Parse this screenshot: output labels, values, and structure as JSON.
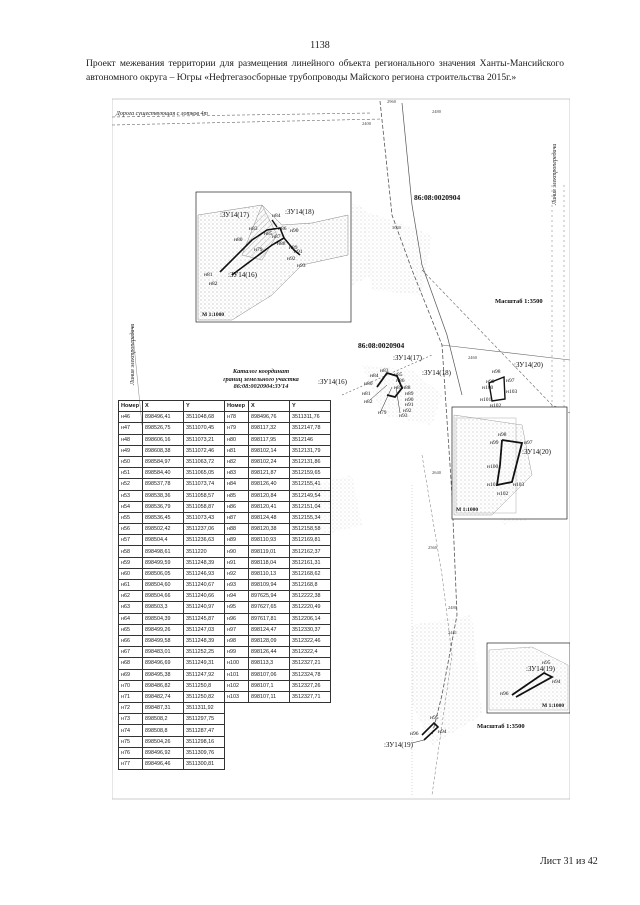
{
  "page": {
    "number": "1138",
    "title": "Проект межевания территории для размещения линейного объекта регионального значения Ханты-Мансийского автономного округа – Югры «Нефтегазосборные трубопроводы Майского регионa строительства 2015г.»",
    "footer": "Лист 31  из 42"
  },
  "map": {
    "cadastral_top": "86:08:0020904",
    "cadastral_mid": "86:08:0020904",
    "scale_a": "Масштаб 1:3500",
    "scale_b": "Масштаб 1:3500",
    "inset_scale_1": "М 1:1000",
    "inset_scale_2": "М 1:1000",
    "inset_scale_3": "М 1:1000",
    "road_label": "Дорога существующая с лотков 4т",
    "line_label_1": "Линия электропередачи",
    "line_label_2": "Линия электропередачи",
    "mark_2960": "2960",
    "mark_2480": "2480",
    "mark_2400": "2400",
    "mark_3040": "3040",
    "mark_2460": "2460",
    "mark_2640": "2640",
    "mark_2480b": "2480",
    "mark_2560": "2560",
    "mark_2441": "2441",
    "parcels": {
      "zu17_a": ":ЗУ14(17)",
      "zu18_a": ":ЗУ14(18)",
      "zu16_a": ":ЗУ14(16)",
      "zu17_b": ":ЗУ14(17)",
      "zu18_b": ":ЗУ14(18)",
      "zu16_b": ":ЗУ14(16)",
      "zu20_a": ":ЗУ14(20)",
      "zu20_b": ":ЗУ14(20)",
      "zu19_a": ":ЗУ14(19)",
      "zu19_b": ":ЗУ14(19)"
    },
    "points": {
      "inset1": [
        "н84",
        "н83",
        "н85",
        "н86",
        "н87",
        "н88",
        "н89",
        "н90",
        "н91",
        "н92",
        "н93",
        "н80",
        "н81",
        "н82",
        "н79"
      ],
      "mid": [
        "н83",
        "н84",
        "н85",
        "н86",
        "н80",
        "н87",
        "н88",
        "н89",
        "н90",
        "н91",
        "н92",
        "н81",
        "н82",
        "н93",
        "н79"
      ],
      "inset2": [
        "н98",
        "н97",
        "н99",
        "н100",
        "н101",
        "н102",
        "н103"
      ],
      "right_small": [
        "н98",
        "н99",
        "н100",
        "н101",
        "н102",
        "н103",
        "н97"
      ],
      "inset3": [
        "н95",
        "н94",
        "н96"
      ],
      "bottom": [
        "н95",
        "н96",
        "н94"
      ]
    }
  },
  "catalog": {
    "title_line1": "Каталог координат",
    "title_line2": "границ земельного участка",
    "title_line3": "86:08:0020904:ЗУ14",
    "headers": [
      "Номер",
      "X",
      "Y",
      "Номер",
      "X",
      "Y"
    ],
    "rows": [
      [
        "н46",
        "898496,41",
        "3511048,68",
        "н78",
        "898496,76",
        "3511311,76"
      ],
      [
        "н47",
        "898526,75",
        "3511070,45",
        "н79",
        "898117,32",
        "3512147,78"
      ],
      [
        "н48",
        "898606,16",
        "3511073,21",
        "н80",
        "898117,95",
        "3512146"
      ],
      [
        "н49",
        "898608,38",
        "3511072,46",
        "н81",
        "898102,14",
        "3512131,79"
      ],
      [
        "н50",
        "898584,97",
        "3511063,72",
        "н82",
        "898102,24",
        "3512131,86"
      ],
      [
        "н51",
        "898584,40",
        "3511065,05",
        "н83",
        "898121,87",
        "3512159,65"
      ],
      [
        "н52",
        "898537,78",
        "3511073,74",
        "н84",
        "898126,40",
        "3512155,41"
      ],
      [
        "н53",
        "898538,36",
        "3511058,57",
        "н85",
        "898120,84",
        "3512149,54"
      ],
      [
        "н54",
        "898536,79",
        "3511058,87",
        "н86",
        "898120,41",
        "3512151,04"
      ],
      [
        "н55",
        "898536,45",
        "3511073,43",
        "н87",
        "898124,48",
        "3512155,34"
      ],
      [
        "н56",
        "898502,42",
        "3511237,06",
        "н88",
        "898120,38",
        "3512158,58"
      ],
      [
        "н57",
        "898504,4",
        "3511236,63",
        "н89",
        "898110,93",
        "3512169,81"
      ],
      [
        "н58",
        "898498,61",
        "3511220",
        "н90",
        "898119,01",
        "3512162,37"
      ],
      [
        "н59",
        "898499,59",
        "3511248,39",
        "н91",
        "898118,04",
        "3512161,31"
      ],
      [
        "н60",
        "898506,05",
        "3511246,93",
        "н92",
        "898110,13",
        "3512168,62"
      ],
      [
        "н61",
        "898504,60",
        "3511240,67",
        "н93",
        "898109,94",
        "3512168,8"
      ],
      [
        "н62",
        "898504,66",
        "3511240,66",
        "н94",
        "897625,94",
        "3512222,38"
      ],
      [
        "н63",
        "898503,3",
        "3511240,97",
        "н95",
        "897627,65",
        "3512220,49"
      ],
      [
        "н64",
        "898504,39",
        "3511245,87",
        "н96",
        "897617,81",
        "3512206,14"
      ],
      [
        "н65",
        "898499,26",
        "3511247,03",
        "н97",
        "898124,47",
        "3512330,37"
      ],
      [
        "н66",
        "898499,58",
        "3511248,39",
        "н98",
        "898128,09",
        "3512322,46"
      ],
      [
        "н67",
        "898483,01",
        "3511252,25",
        "н99",
        "898126,44",
        "3512322,4"
      ],
      [
        "н68",
        "898496,69",
        "3511249,31",
        "н100",
        "898113,3",
        "3512327,21"
      ],
      [
        "н69",
        "898495,38",
        "3511247,92",
        "н101",
        "898107,06",
        "3512324,78"
      ],
      [
        "н70",
        "898486,82",
        "3511250,8",
        "н102",
        "898107,1",
        "3512327,26"
      ],
      [
        "н71",
        "898482,74",
        "3511250,82",
        "н103",
        "898107,11",
        "3512327,71"
      ],
      [
        "н72",
        "898487,31",
        "3511311,92",
        "",
        "",
        ""
      ],
      [
        "н73",
        "898508,2",
        "3511297,75",
        "",
        "",
        ""
      ],
      [
        "н74",
        "898508,8",
        "3511287,47",
        "",
        "",
        ""
      ],
      [
        "н75",
        "898504,26",
        "3511298,16",
        "",
        "",
        ""
      ],
      [
        "н76",
        "898496,92",
        "3511309,76",
        "",
        "",
        ""
      ],
      [
        "н77",
        "898496,46",
        "3511300,81",
        "",
        "",
        ""
      ]
    ]
  },
  "colors": {
    "ink": "#1a1a1a",
    "hatch": "#9a9a9a",
    "line": "#555555"
  }
}
